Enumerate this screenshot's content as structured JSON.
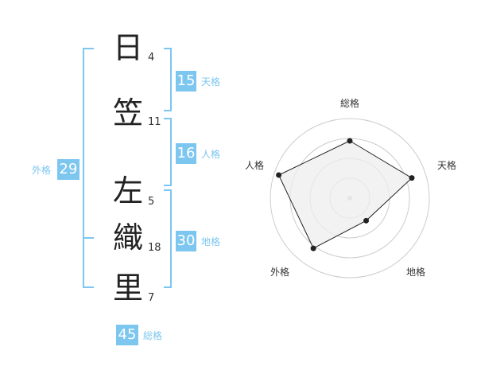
{
  "name_chars": [
    {
      "char": "日",
      "strokes": "4"
    },
    {
      "char": "笠",
      "strokes": "11"
    },
    {
      "char": "左",
      "strokes": "5"
    },
    {
      "char": "織",
      "strokes": "18"
    },
    {
      "char": "里",
      "strokes": "7"
    }
  ],
  "kakusu": {
    "tenkaku": {
      "value": "15",
      "label": "天格"
    },
    "jinkaku": {
      "value": "16",
      "label": "人格"
    },
    "chikaku": {
      "value": "30",
      "label": "地格"
    },
    "gaikaku": {
      "value": "29",
      "label": "外格"
    },
    "soukaku": {
      "value": "45",
      "label": "総格"
    }
  },
  "colors": {
    "accent": "#7cc6f0",
    "radar_fill": "#eeeeee",
    "radar_ring": "#cccccc"
  },
  "chart_data": {
    "type": "radar",
    "axes": [
      "総格",
      "天格",
      "地格",
      "外格",
      "人格"
    ],
    "values": [
      0.72,
      0.82,
      0.35,
      0.78,
      0.94
    ],
    "range": [
      0,
      1
    ],
    "rings": 4
  }
}
